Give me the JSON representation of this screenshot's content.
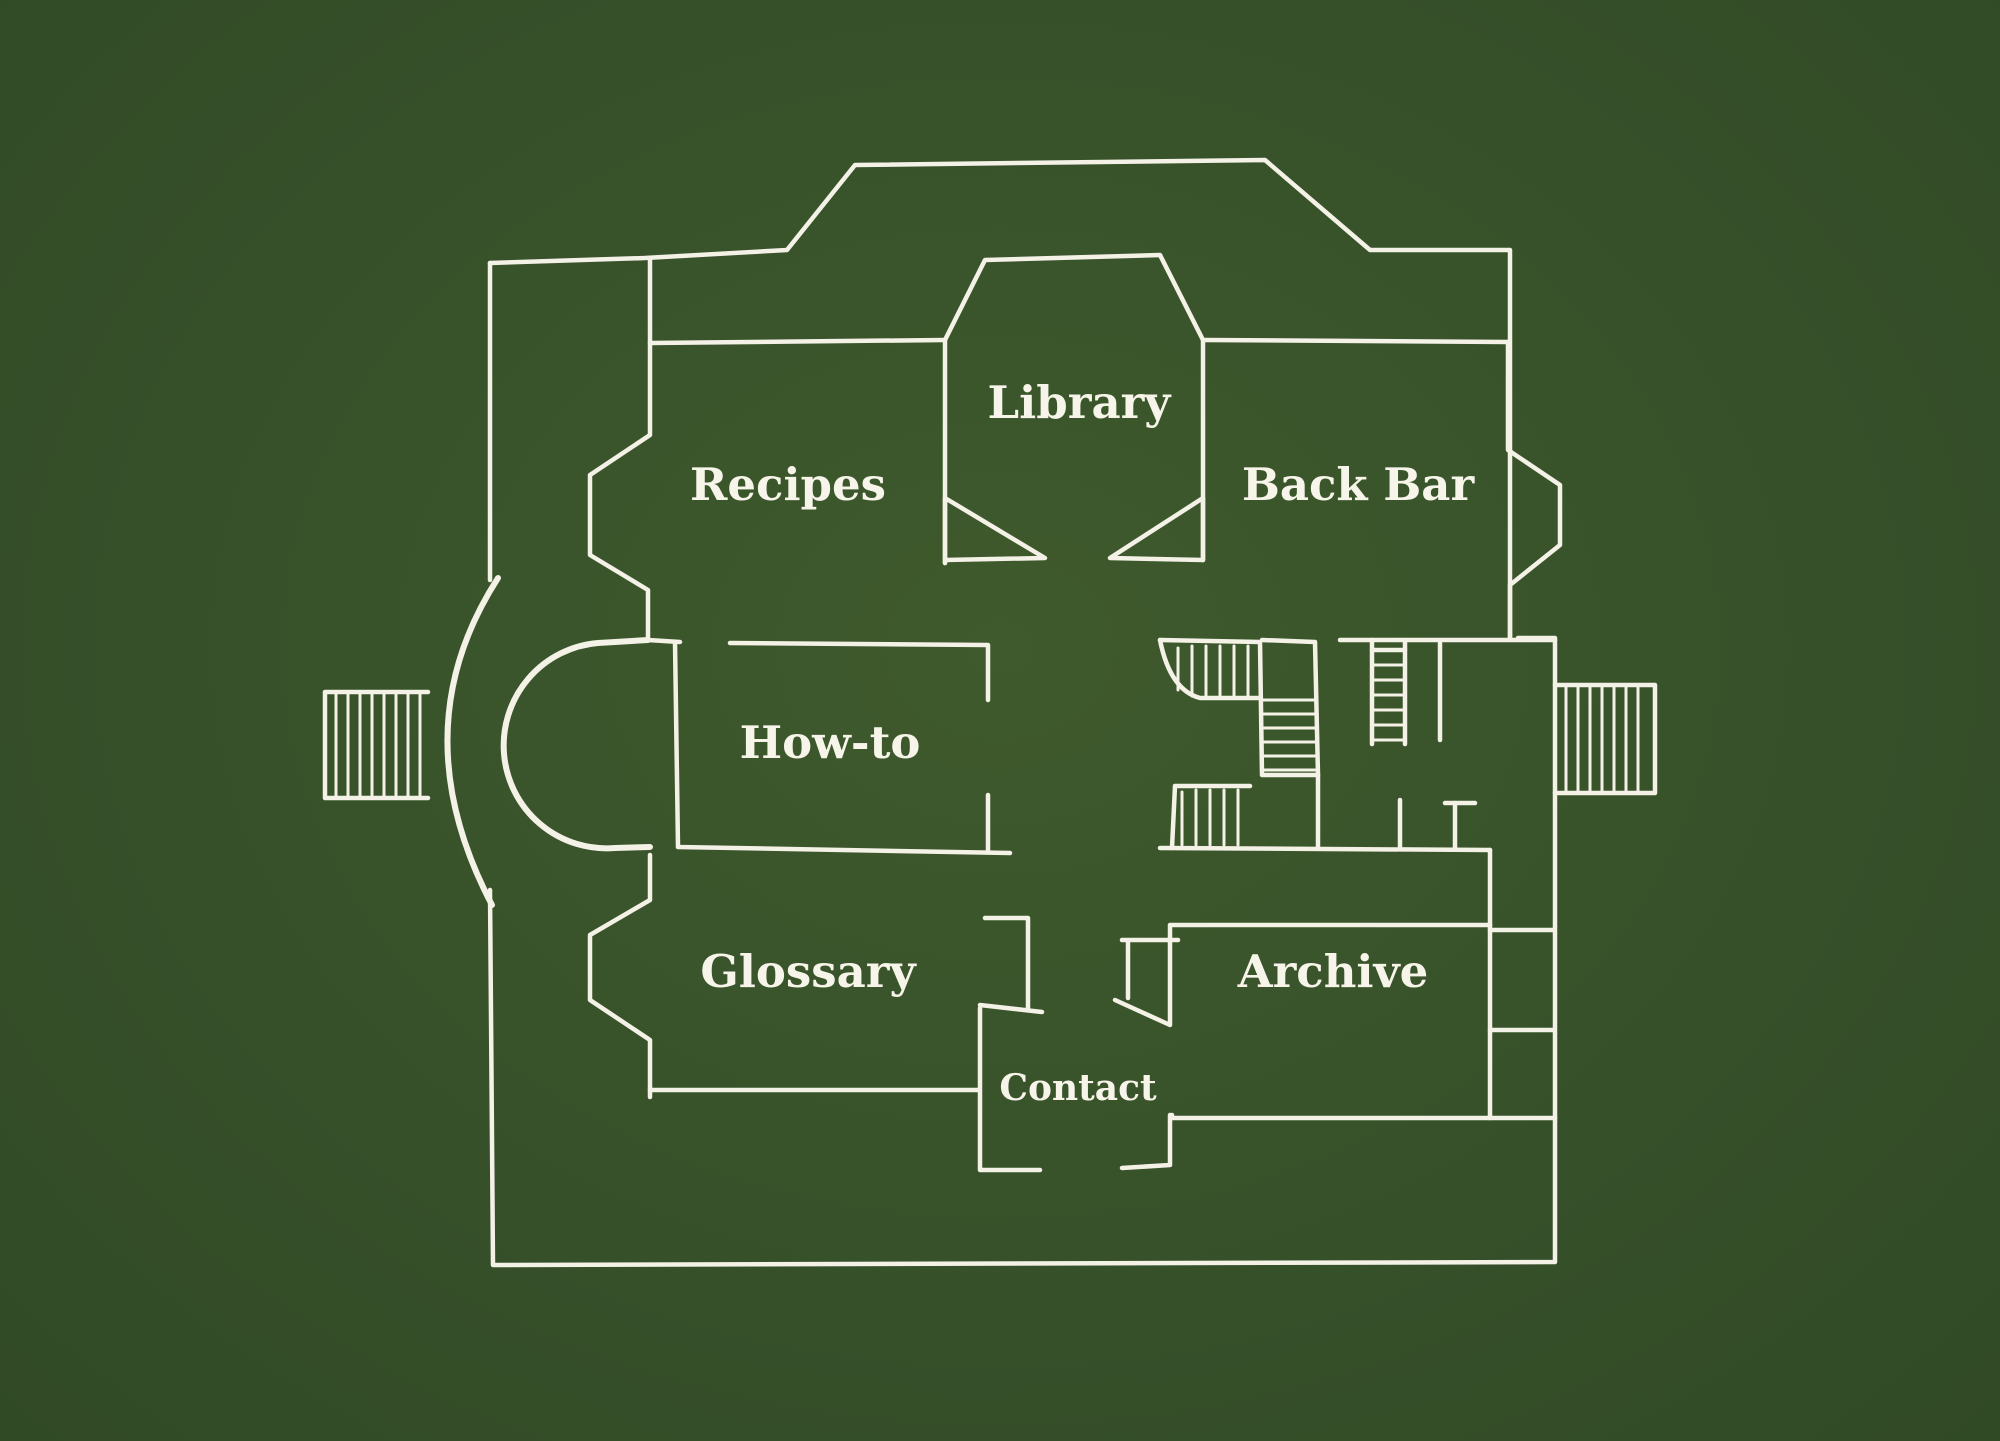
{
  "nav": {
    "recipes": "Recipes",
    "library": "Library",
    "back_bar": "Back Bar",
    "how_to": "How-to",
    "glossary": "Glossary",
    "archive": "Archive",
    "contact": "Contact"
  },
  "colors": {
    "background": "#3a5228",
    "line": "#f4f1e6"
  }
}
